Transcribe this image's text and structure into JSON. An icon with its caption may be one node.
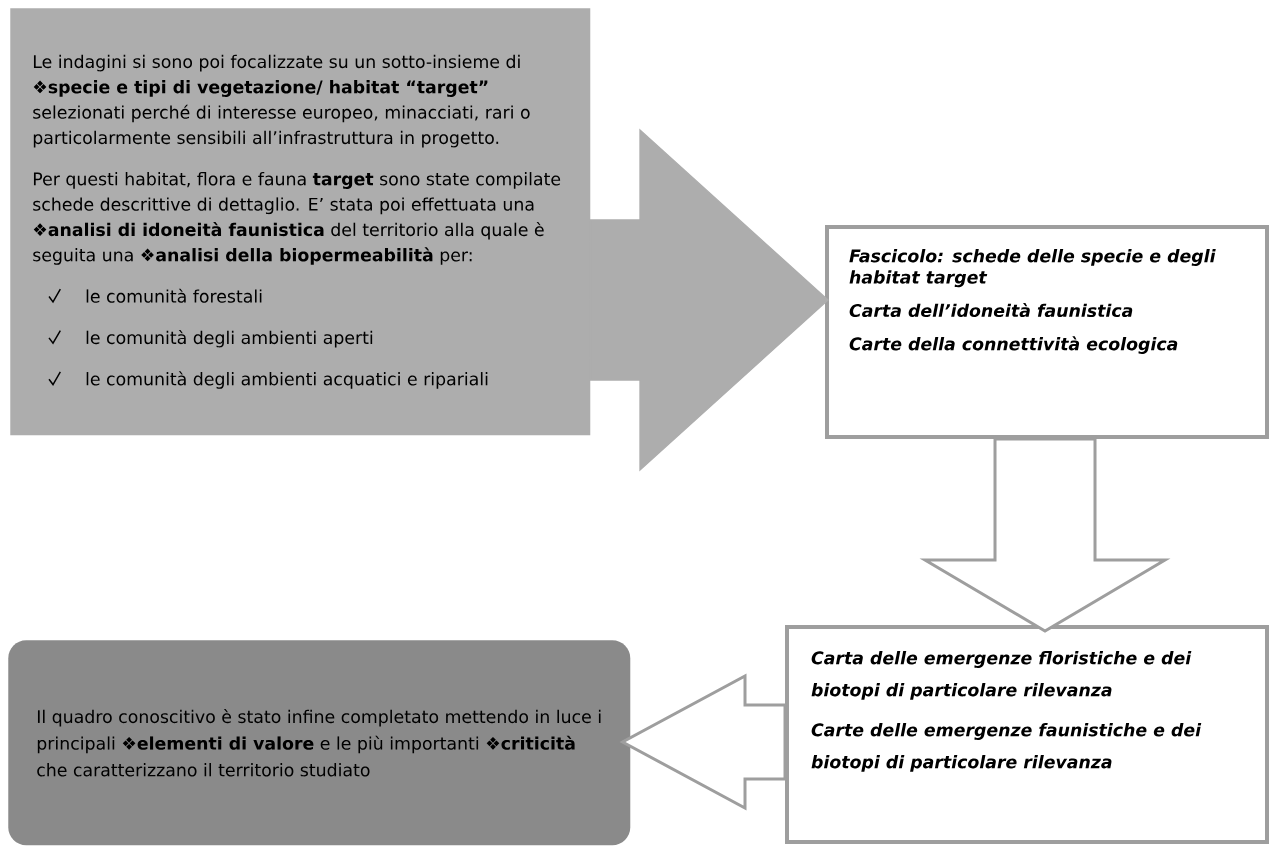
{
  "diagram": {
    "nodes": [
      {
        "text": [
          "Le indagini si sono poi focalizzate su un sotto-insieme di ❖**specie e tipi di vegetazione/ habitat “target”** selezionati perché di interesse europeo, minacciati, rari o particolarmente sensibili all’infrastruttura in progetto.",
          "Per questi habitat, flora e fauna **target** sono state compilate schede descrittive di dettaglio. E’ stata poi effettuata una ❖**analisi di idoneità faunistica** del territorio alla quale è seguita una ❖**analisi della biopermeabilità** per:",
          "le comunità forestali",
          "le comunità degli ambienti aperti",
          "le comunità degli ambienti acquatici e ripariali"
        ]
      },
      {
        "text": [
          "Fascicolo: schede delle specie e degli habitat target",
          "Carta dell’idoneità faunistica",
          "Carte della connettività ecologica"
        ]
      },
      {
        "text": [
          "Carta delle emergenze floristiche e dei biotopi di particolare rilevanza",
          "Carte delle emergenze faunistiche e dei biotopi di particolare rilevanza"
        ]
      },
      {
        "text": [
          "Il quadro conoscitivo è stato infine completato mettendo in luce i principali ❖**elementi di valore** e le più importanti ❖**criticità** che caratterizzano il territorio studiato"
        ]
      }
    ],
    "edges": [
      {
        "from": 0,
        "to": 1,
        "arrow": "to"
      },
      {
        "from": 1,
        "to": 2,
        "arrow": "to"
      },
      {
        "from": 2,
        "to": 3,
        "arrow": "to"
      }
    ]
  }
}
